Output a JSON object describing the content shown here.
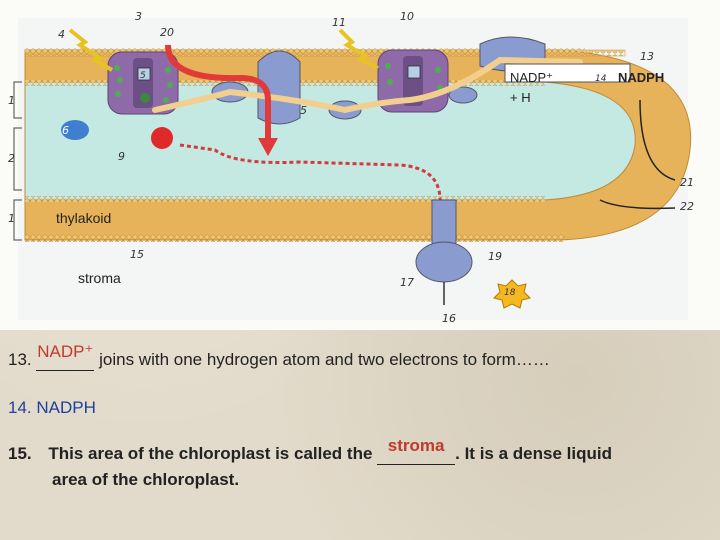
{
  "diagram": {
    "labels": {
      "nadp_plus": "NADP⁺",
      "plus_h": "+ H",
      "nadph": "NADPH",
      "thylakoid": "thylakoid",
      "stroma": "stroma"
    },
    "numbers": {
      "n1a": "1",
      "n1b": "1",
      "n2": "2",
      "n3": "3",
      "n4": "4",
      "n5": "5",
      "n6": "6",
      "n9": "9",
      "n10": "10",
      "n11": "11",
      "n13": "13",
      "n14": "14",
      "n15": "15",
      "n16": "16",
      "n17": "17",
      "n18": "18",
      "n19": "19",
      "n20": "20",
      "n21": "21",
      "n22": "22"
    }
  },
  "questions": {
    "q13": {
      "num": "13.",
      "answer": "NADP⁺",
      "text": "joins with one hydrogen atom and two electrons to form……"
    },
    "q14": {
      "num": "14.",
      "answer": "NADPH"
    },
    "q15": {
      "num": "15.",
      "text_before": "This area of the chloroplast is called the",
      "answer": "stroma",
      "text_after": ". It is a dense liquid",
      "line2": "area of the chloroplast."
    }
  },
  "colors": {
    "answer": "#c0392b",
    "q14": "#1f3f99",
    "membrane": "#e8b45a",
    "lumen": "#bfe6e0",
    "protein": "#8090c4",
    "photosystem": "#8f6aa8"
  }
}
